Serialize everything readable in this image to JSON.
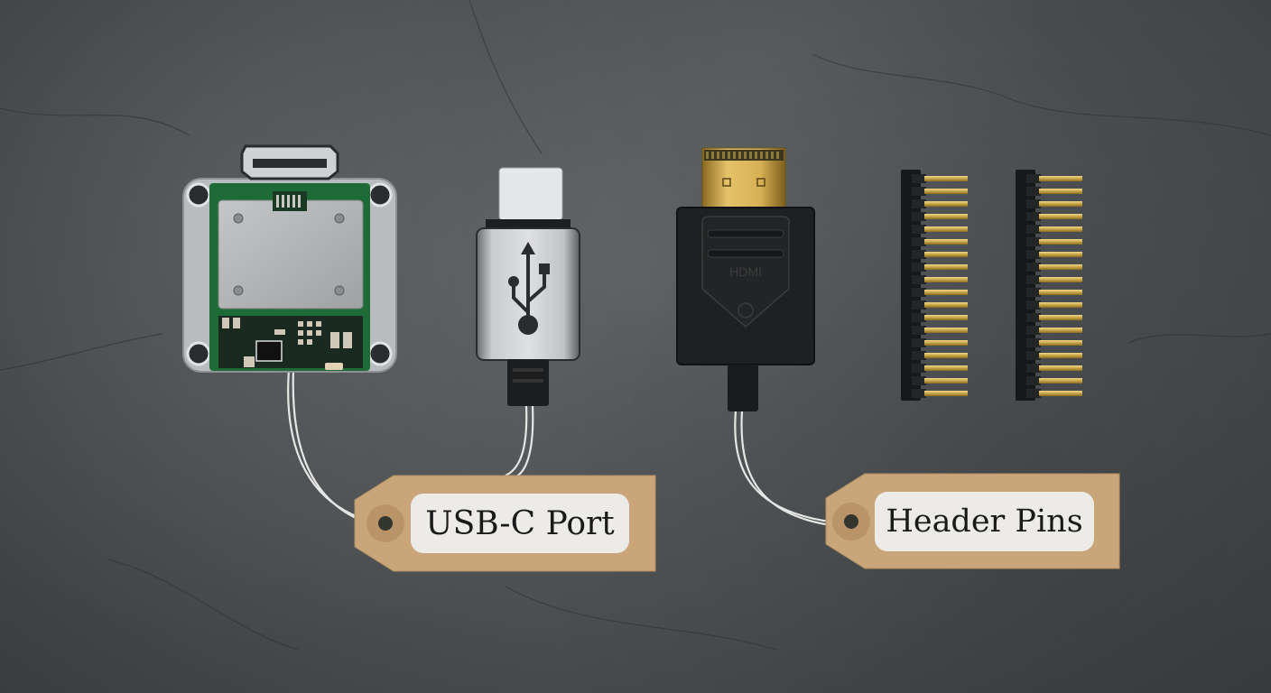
{
  "scene": {
    "description": "Electronic components on dark concrete surface with kraft paper tags",
    "background_color": "#4e5254"
  },
  "components": [
    {
      "id": "pcb-module",
      "name": "Circuit board module with HDMI port"
    },
    {
      "id": "usb-c-connector",
      "name": "USB-C connector",
      "logo": "USB trident symbol"
    },
    {
      "id": "hdmi-connector",
      "name": "HDMI connector",
      "imprint": "HDMI"
    },
    {
      "id": "header-pins-left",
      "name": "Header pin strip"
    },
    {
      "id": "header-pins-right",
      "name": "Header pin strip"
    }
  ],
  "tags": [
    {
      "label": "USB-C Port",
      "color": "#c9a679"
    },
    {
      "label": "Header Pins",
      "color": "#c9a679"
    }
  ],
  "hdmi_imprint": "HDMI"
}
